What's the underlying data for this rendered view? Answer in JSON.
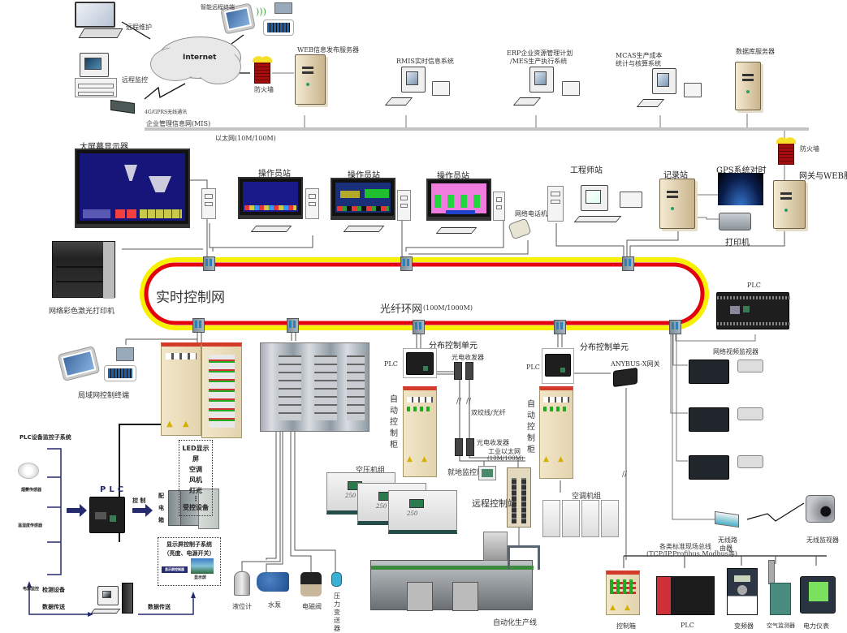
{
  "title": "工业自动化网络系统架构图",
  "mis_network": {
    "cloud_label": "Internet",
    "remote_maintenance": "远程维护",
    "remote_monitoring": "远程监控",
    "smart_remote_terminal": "智能远程终端",
    "wireless_4g": "4G/GPRS无线通讯",
    "firewall_top": "防火墙",
    "web_server": "WEB信息发布服务器",
    "rmis": "RMIS实时信息系统",
    "erp_line1": "ERP企业资源管理计划",
    "erp_line2": "/MES生产执行系统",
    "mcas_line1": "MCAS生产成本",
    "mcas_line2": "统计与核算系统",
    "db_server": "数据库服务器",
    "mis_label": "企业管理信息网(MIS)",
    "ethernet_label": "以太网(10M/100M)"
  },
  "control_level": {
    "big_screen": "大屏幕显示器",
    "operator_station_1": "操作员站",
    "operator_station_2": "操作员站",
    "operator_station_3": "操作员站",
    "network_phone": "网络电话机",
    "engineer_station": "工程师站",
    "record_station": "记录站",
    "gps_sync": "GPS系统对时",
    "printer": "打印机",
    "firewall_right": "防火墙",
    "gateway_web": "网关与WEB服务",
    "color_laser_printer": "网络彩色激光打印机"
  },
  "ring_network": {
    "realtime_label": "实时控制网",
    "fiber_ring_label": "光纤环网",
    "fiber_ring_speed": "(100M/1000M)",
    "colors": {
      "outer": "#f7f000",
      "inner": "#e3000f"
    }
  },
  "field_level": {
    "lan_terminal": "局域网控制终端",
    "plc_subsystem_title": "PLC设备监控子系统",
    "smoke_detector": "烟雾传感器",
    "temp_humidity_sensor": "温湿度传感器",
    "power_monitor": "电源监控",
    "detection_equipment": "检测设备",
    "data_transfer_left": "数据传送",
    "data_transfer_right": "数据传送",
    "plc_big": "PLC",
    "control_arrow_label": "控 制",
    "distribution_box": [
      "配",
      "电",
      "箱"
    ],
    "led_box": [
      "LED显示屏",
      "空调",
      "风机",
      "灯光",
      "⋮",
      "受控设备"
    ],
    "display_box_line1": "显示屏控制子系统",
    "display_box_line2": "（亮度、电源开关）",
    "display_box_badge": "显示屏控制器",
    "display_box_screen": "显示屏",
    "level_gauge": "液位计",
    "water_pump": "水泵",
    "solenoid_valve": "电磁阀",
    "pressure_transmitter": [
      "压",
      "力",
      "变",
      "送",
      "器"
    ],
    "air_compressor_group": "空压机组",
    "compressor_model": "250",
    "dcu_1": "分布控制单元",
    "dcu_2": "分布控制单元",
    "plc_label_1": "PLC",
    "plc_label_2": "PLC",
    "auto_cabinet_1": [
      "自",
      "动",
      "控",
      "制",
      "柜"
    ],
    "auto_cabinet_2": [
      "自",
      "动",
      "控",
      "制",
      "柜"
    ],
    "optical_transceiver_top": "光电收发器",
    "optical_transceiver_bottom": "光电收发器",
    "twisted_fiber": "双绞线/光纤",
    "industrial_ethernet_line1": "工业以太网",
    "industrial_ethernet_line2": "(10M/100M)",
    "local_monitor_screen": "就地监控屏",
    "remote_control_station": "远程控制站",
    "production_line": "自动化生产线",
    "ac_group": "空调机组",
    "anybus_gateway": "ANYBUS-X网关",
    "plc_right": "PLC",
    "network_video_monitor": "网络视频监视器",
    "wireless_router_line1": "无线路",
    "wireless_router_line2": "由器",
    "wireless_monitor": "无线监视器",
    "fieldbus_line1": "各类标准现场总线",
    "fieldbus_line2": "(TCP/IP,Profibus,Modbus等)",
    "control_box": "控制箱",
    "plc_bottom": "PLC",
    "inverter": "变频器",
    "air_monitor": "空气监测器",
    "power_meter": "电力仪表"
  }
}
